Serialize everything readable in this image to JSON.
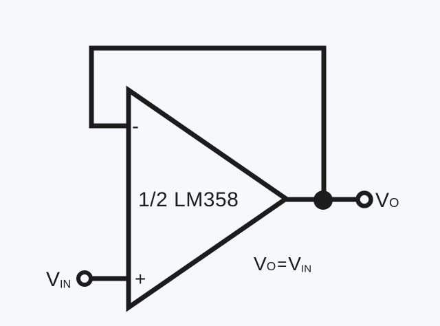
{
  "colors": {
    "line": "#1c1c1c",
    "background": "#f7f8fb"
  },
  "opamp": {
    "label": "1/2 LM358",
    "inverting_sign": "-",
    "noninverting_sign": "+"
  },
  "input": {
    "label_base": "V",
    "label_sub": "IN"
  },
  "output": {
    "label_base": "V",
    "label_sub": "O"
  },
  "equation": {
    "lhs_base": "V",
    "lhs_sub": "O",
    "operator": "=",
    "rhs_base": "V",
    "rhs_sub": "IN"
  }
}
